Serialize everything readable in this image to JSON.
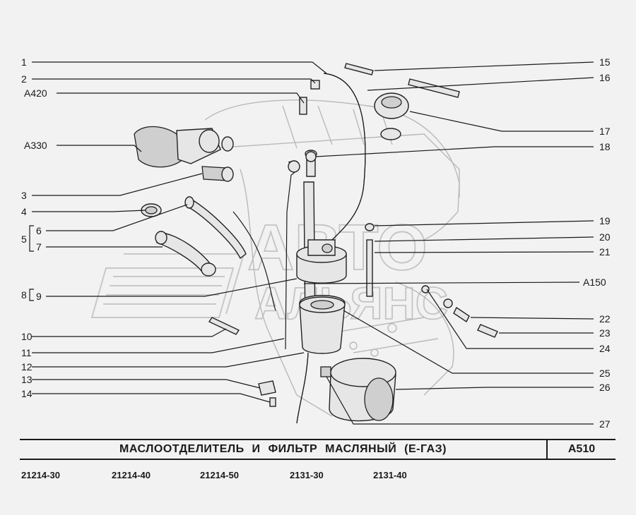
{
  "title": "МАСЛООТДЕЛИТЕЛЬ И ФИЛЬТР МАСЛЯНЫЙ (Е-ГАЗ)",
  "diagram_code": "A510",
  "watermark": {
    "line1": "АВТО",
    "line2": "АЛЬЯНС"
  },
  "callouts_left": [
    "1",
    "2",
    "A420",
    "A330",
    "3",
    "4",
    "5",
    "6",
    "7",
    "8",
    "9",
    "10",
    "11",
    "12",
    "13",
    "14"
  ],
  "callouts_right": [
    "15",
    "16",
    "17",
    "18",
    "19",
    "20",
    "21",
    "A150",
    "22",
    "23",
    "24",
    "25",
    "26",
    "27"
  ],
  "models": [
    "21214-30",
    "21214-40",
    "21214-50",
    "2131-30",
    "2131-40"
  ]
}
